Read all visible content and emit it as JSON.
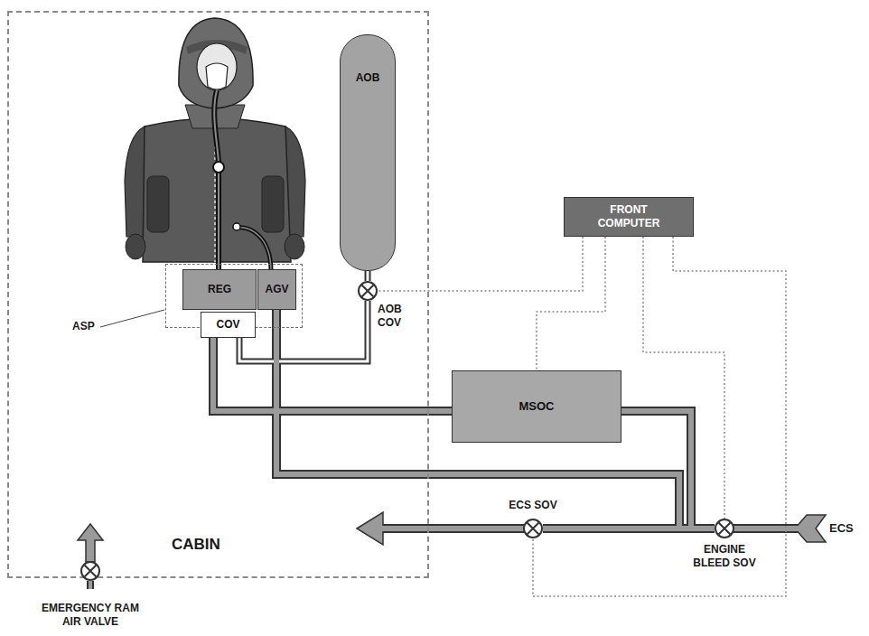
{
  "diagram": {
    "nodes": [
      {
        "text": [
          "CABIN"
        ]
      },
      {
        "text": [
          "ASP"
        ],
        "in": 0
      },
      {
        "text": [
          "REG"
        ],
        "in": 1
      },
      {
        "text": [
          "AGV"
        ],
        "in": 1
      },
      {
        "text": [
          "COV"
        ],
        "in": 0
      },
      {
        "text": [
          "AOB"
        ],
        "in": 0
      },
      {
        "text": [
          "AOB COV"
        ],
        "in": 0
      },
      {
        "text": [
          "FRONT COMPUTER"
        ]
      },
      {
        "text": [
          "MSOC"
        ]
      },
      {
        "text": [
          "ECS SOV"
        ]
      },
      {
        "text": [
          "ENGINE BLEED SOV"
        ]
      },
      {
        "text": [
          "EMERGENCY RAM AIR VALVE"
        ]
      }
    ],
    "edges": [
      {
        "from": 5,
        "to": 6,
        "arrow": "none"
      },
      {
        "from": 6,
        "to": 4,
        "arrow": "none"
      },
      {
        "from": 4,
        "to": 8,
        "arrow": "none"
      },
      {
        "from": 10,
        "to": 9,
        "arrow": "none"
      },
      {
        "from": 10,
        "to": 8,
        "arrow": "none"
      },
      {
        "from": 10,
        "to": 3,
        "arrow": "none"
      },
      {
        "from": 7,
        "to": 6,
        "arrow": "none"
      },
      {
        "from": 7,
        "to": 8,
        "arrow": "none"
      },
      {
        "from": 7,
        "to": 9,
        "arrow": "none"
      },
      {
        "from": 7,
        "to": 10,
        "arrow": "none"
      }
    ],
    "labels": [
      "ECS"
    ]
  }
}
